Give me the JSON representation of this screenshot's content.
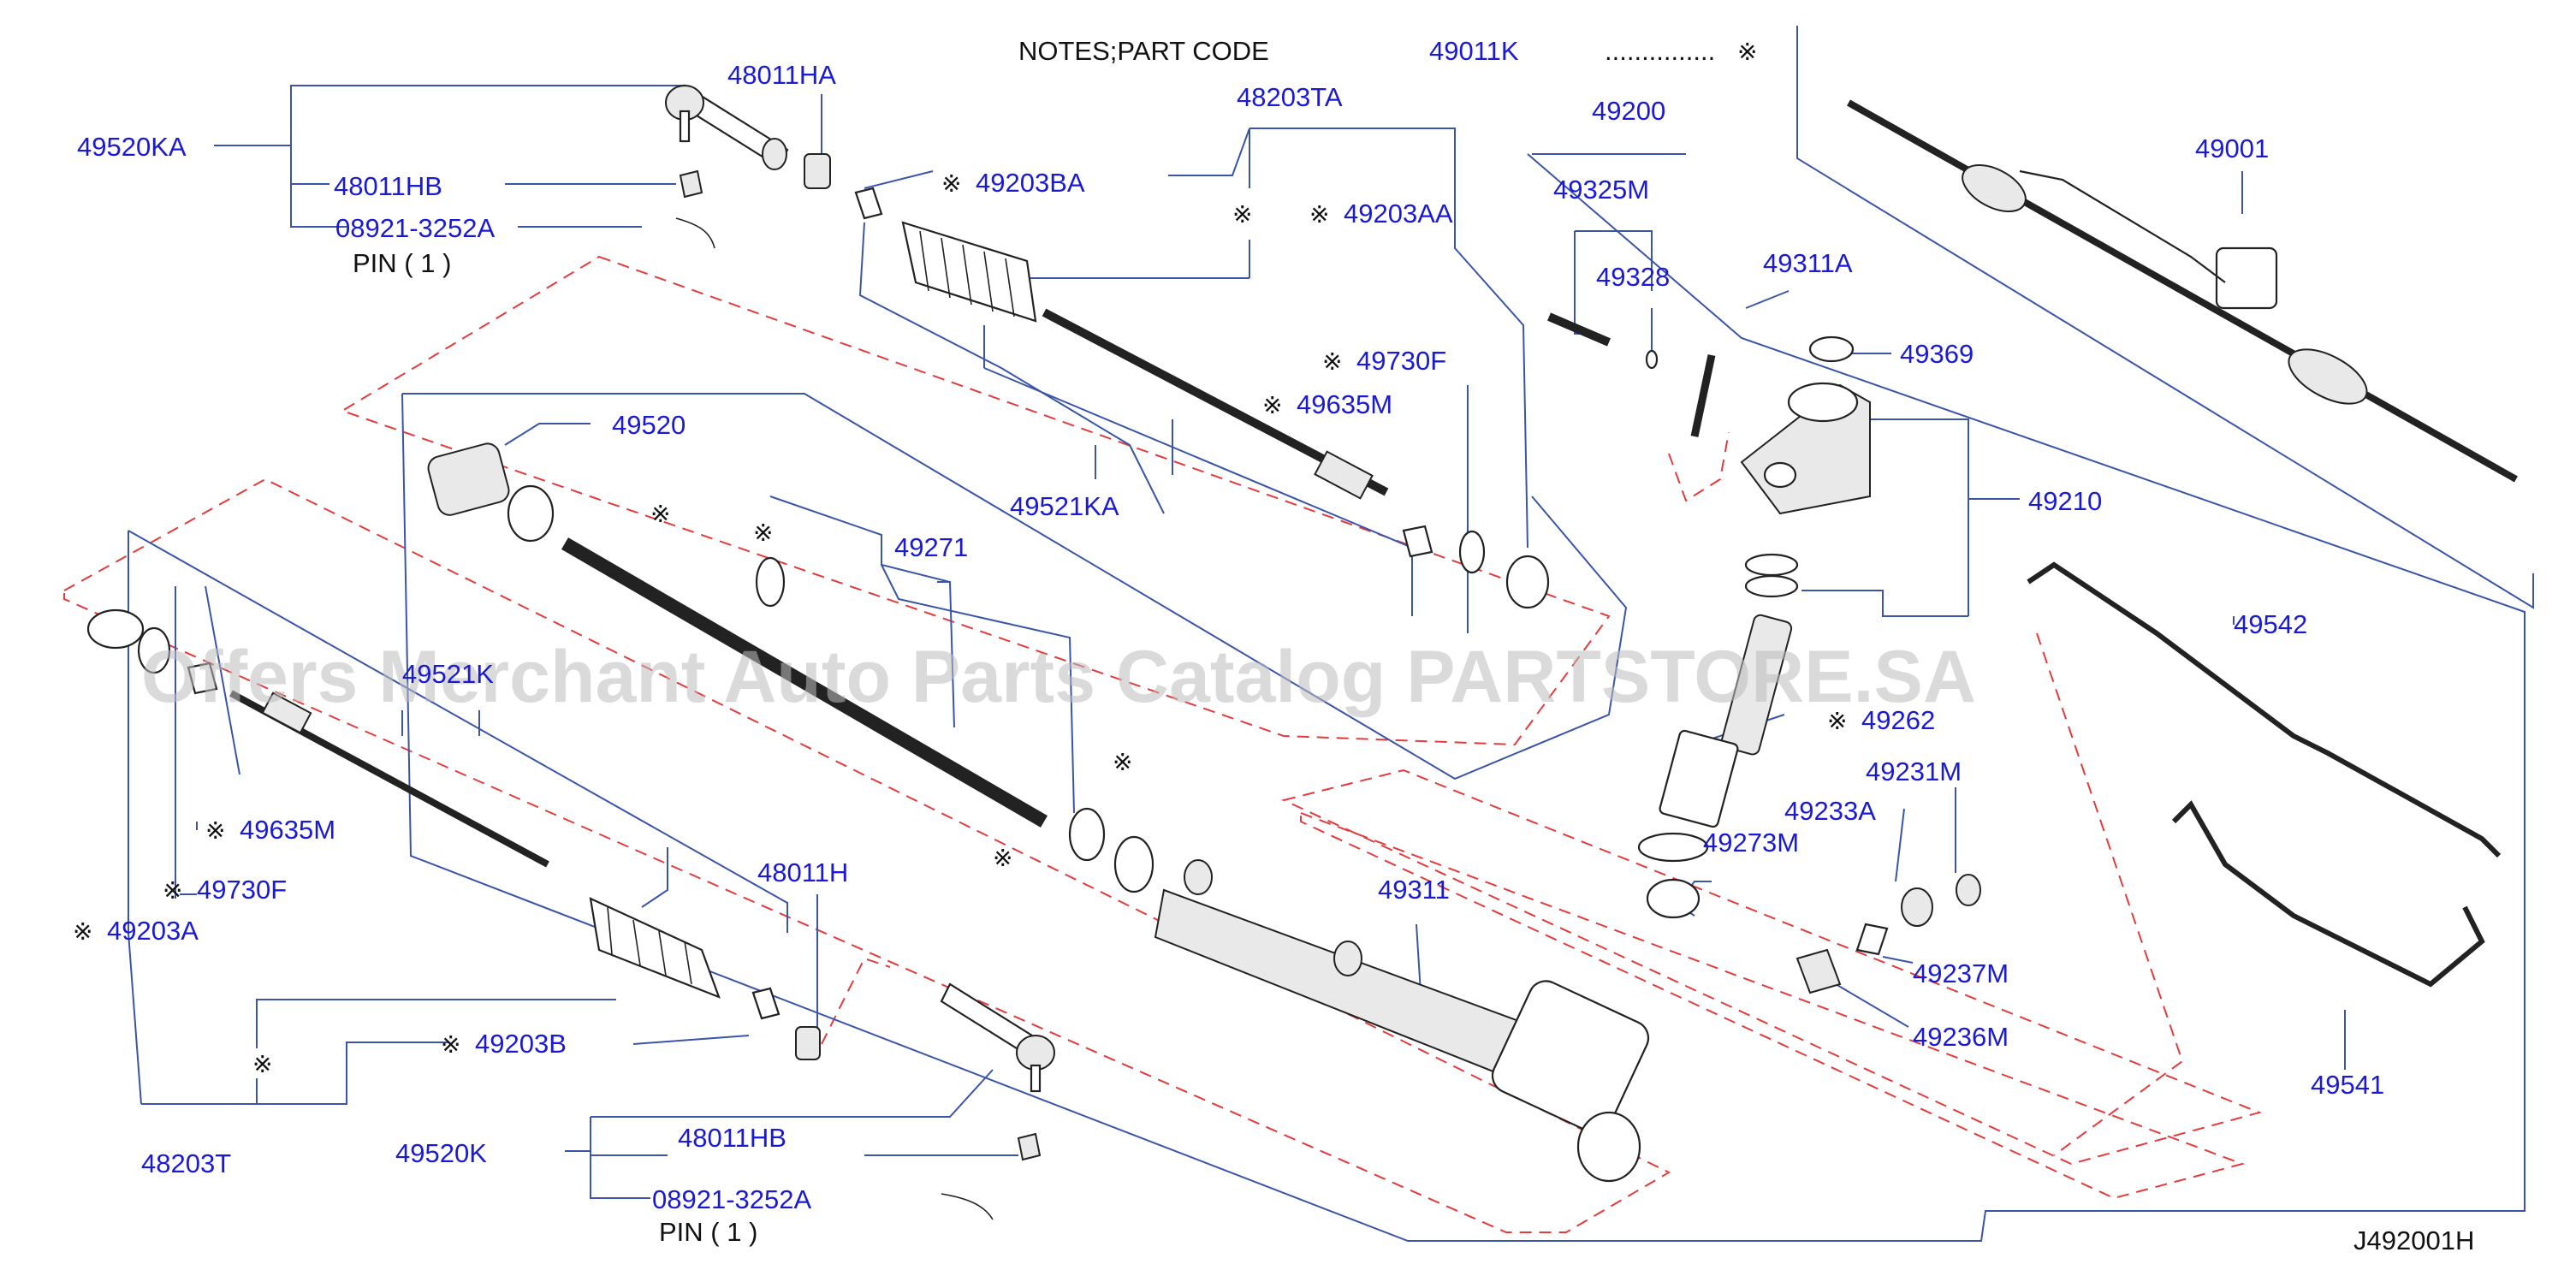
{
  "notes": {
    "prefix": "NOTES;PART   CODE",
    "code": "49011K",
    "dots": "...............",
    "mark": "※"
  },
  "diagram_id": "J492001H",
  "watermark": "Offers Merchant Auto Parts Catalog PARTSTORE.SA",
  "mark": "※",
  "labels": {
    "p49520KA": "49520KA",
    "p48011HA": "48011HA",
    "p48011HB_top": "48011HB",
    "p08921_top": "08921-3252A",
    "pin_top": "PIN  ( 1 )",
    "p49203BA": "49203BA",
    "p48203TA": "48203TA",
    "p49203AA": "49203AA",
    "p49200": "49200",
    "p49325M": "49325M",
    "p49328": "49328",
    "p49311A": "49311A",
    "p49369": "49369",
    "p49001": "49001",
    "p49730F_top": "49730F",
    "p49635M_top": "49635M",
    "p49520": "49520",
    "p49521KA": "49521KA",
    "p49210": "49210",
    "p49271": "49271",
    "p49542": "49542",
    "p49521K": "49521K",
    "p49262": "49262",
    "p49231M": "49231M",
    "p49233A": "49233A",
    "p49273M": "49273M",
    "p49635M_left": "49635M",
    "p49730F_left": "49730F",
    "p49203A": "49203A",
    "p48011H": "48011H",
    "p49311": "49311",
    "p49237M": "49237M",
    "p49236M": "49236M",
    "p49203B": "49203B",
    "p48203T": "48203T",
    "p49520K": "49520K",
    "p48011HB_bot": "48011HB",
    "p08921_bot": "08921-3252A",
    "pin_bot": "PIN  ( 1 )",
    "p49541": "49541"
  }
}
